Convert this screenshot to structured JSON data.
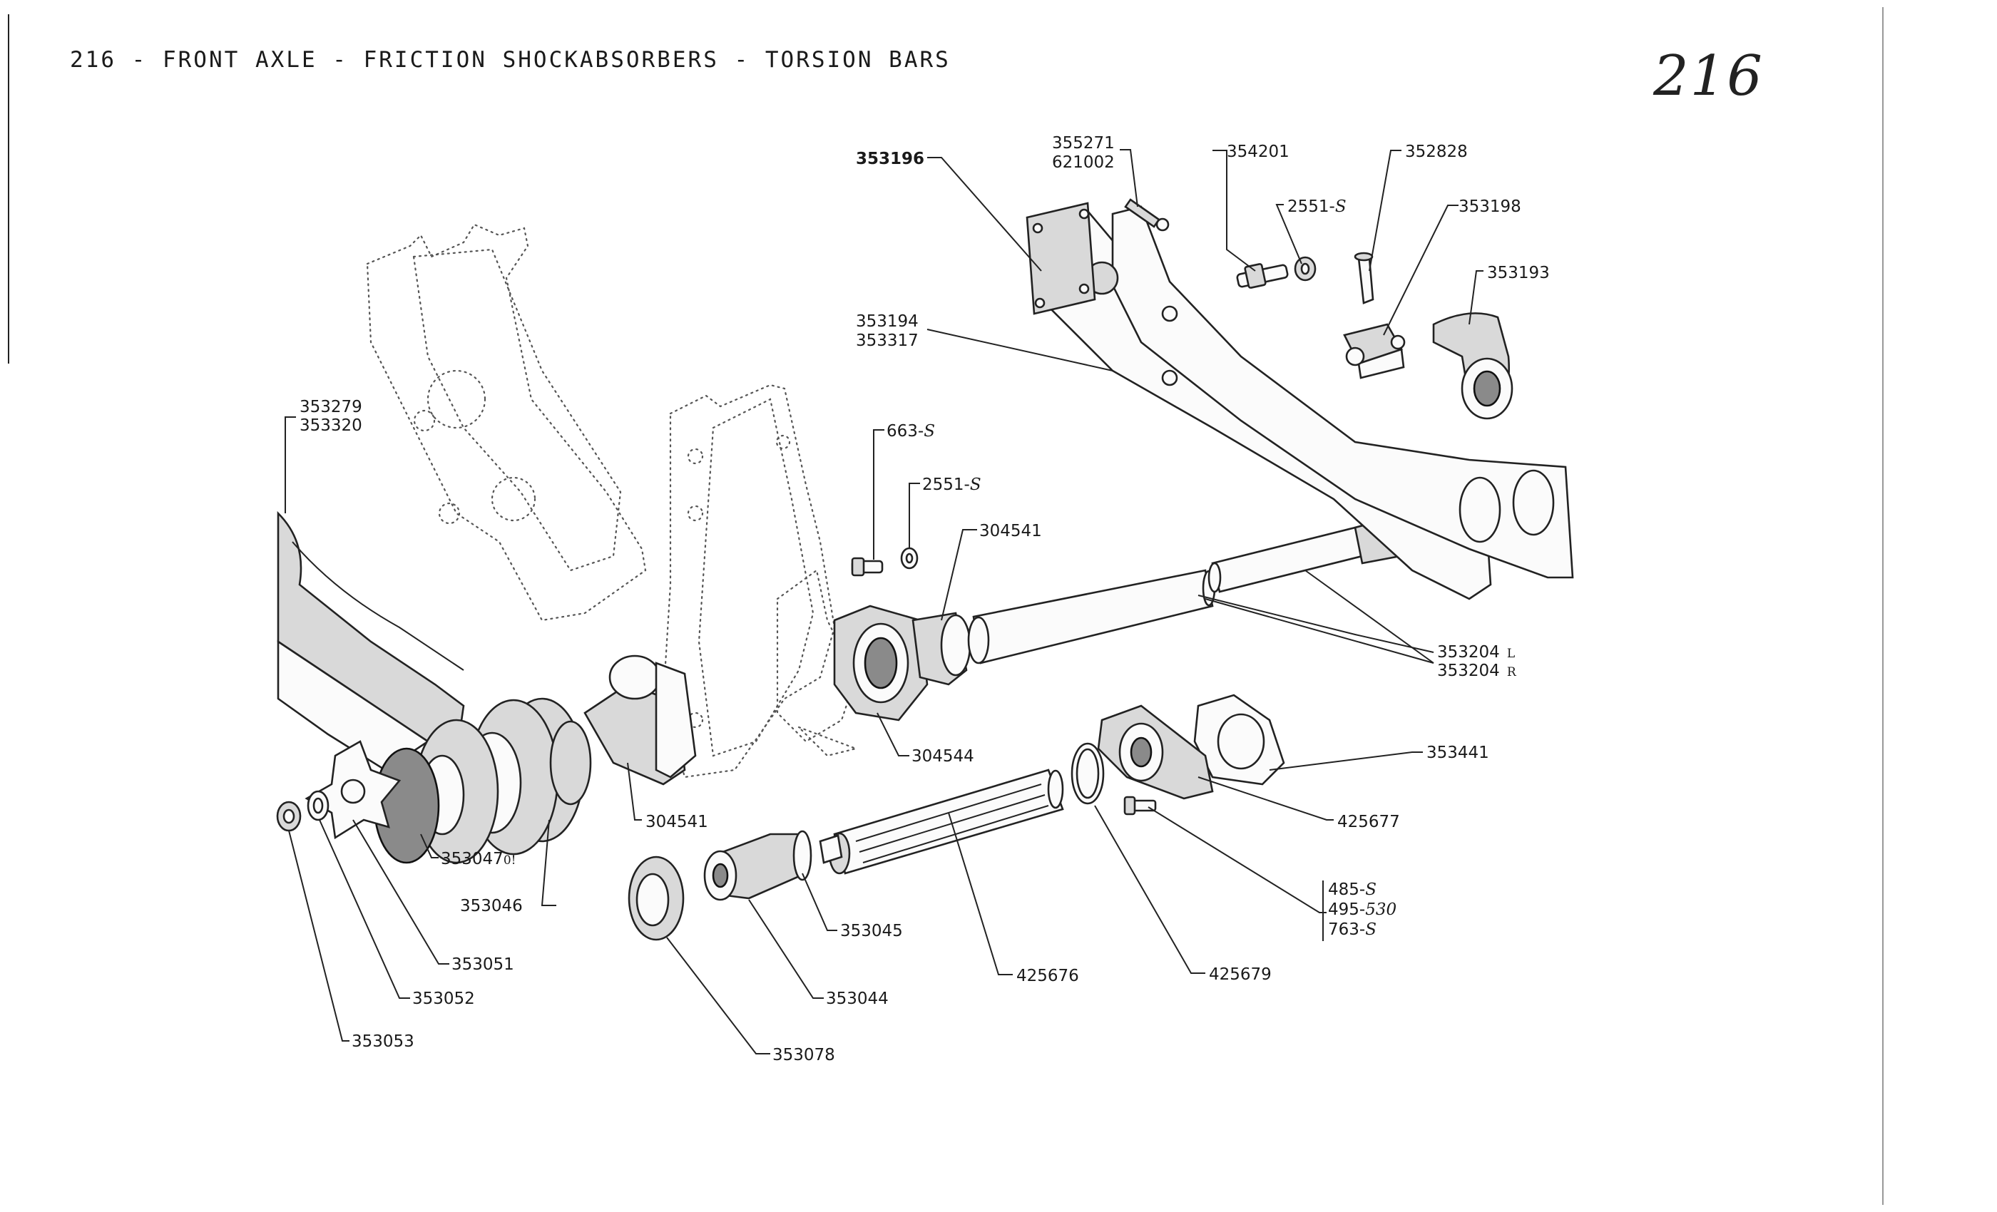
{
  "sheet": {
    "title": "216 - FRONT AXLE - FRICTION SHOCKABSORBERS - TORSION BARS",
    "page_mark": "216"
  },
  "callouts": {
    "p353196": "353196",
    "p355271": "355271",
    "p621002": "621002",
    "p354201": "354201",
    "p352828": "352828",
    "p2551s_top": "2551-",
    "p2551s_top_suffix": "S",
    "p353198": "353198",
    "p353193": "353193",
    "p353194": "353194",
    "p353317": "353317",
    "p353279": "353279",
    "p353320": "353320",
    "p663s": "663-",
    "p663s_suffix": "S",
    "p2551s_mid": "2551-",
    "p2551s_mid_suffix": "S",
    "p304541_right": "304541",
    "p353204_l": "353204",
    "p353204_l_side": "L",
    "p353204_r": "353204",
    "p353204_r_side": "R",
    "p304544": "304544",
    "p353441": "353441",
    "p304541_left": "304541",
    "p425677": "425677",
    "p353047": "353047",
    "p353047_suffix": "0!",
    "p353046": "353046",
    "p485s": "485-",
    "p485s_suffix": "S",
    "p495": "495-",
    "p495_suffix": "530",
    "p763s": "763-",
    "p763s_suffix": "S",
    "p353045": "353045",
    "p353051": "353051",
    "p425676": "425676",
    "p425679": "425679",
    "p353052": "353052",
    "p353044": "353044",
    "p353053": "353053",
    "p353078": "353078"
  }
}
